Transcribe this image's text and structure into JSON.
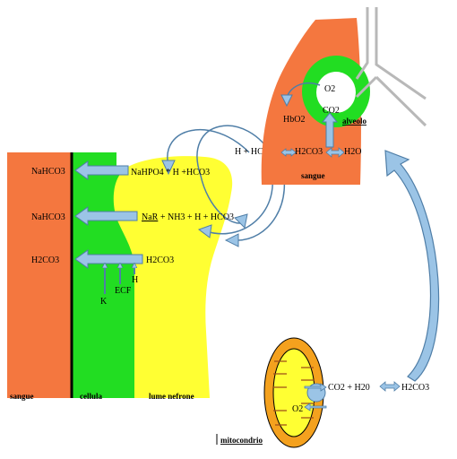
{
  "colors": {
    "sangue": "#f4773f",
    "cellula": "#22dd22",
    "lume": "#ffff33",
    "alveolo": "#22dd22",
    "mito": "#f4a11e",
    "arrow_fill": "#9bc4e6",
    "arrow_stroke": "#4f7ea7",
    "membrane": "#000000"
  },
  "labels": {
    "nahco3_top": "NaHCO3",
    "nahco3_mid": "NaHCO3",
    "h2co3_left": "H2CO3",
    "nahpo4": "NaHPO4 * H +HCO3",
    "nar_prefix": "NaR",
    "nar_rest": " + NH3 +  H + HCO3",
    "h2co3_lumen": "H2CO3",
    "h_small": "H",
    "ecf": "ECF",
    "k": "K",
    "h_hco3": "H  + HCO3",
    "h2co3_lung": "H2CO3",
    "h2o_lung": "H2O",
    "sangue_lung": "sangue",
    "o2_lung": "O2",
    "co2_lung": "CO2",
    "hbo2": "HbO2",
    "alveolo": "alveolo",
    "co2_h2o": "CO2 + H20",
    "h2co3_right": "H2CO3",
    "o2_mito": "O2",
    "mitocondrio": "mitocondrio",
    "bottom_sangue": "sangue",
    "bottom_cellula": "cellula",
    "bottom_lume": "lume nefrone"
  }
}
